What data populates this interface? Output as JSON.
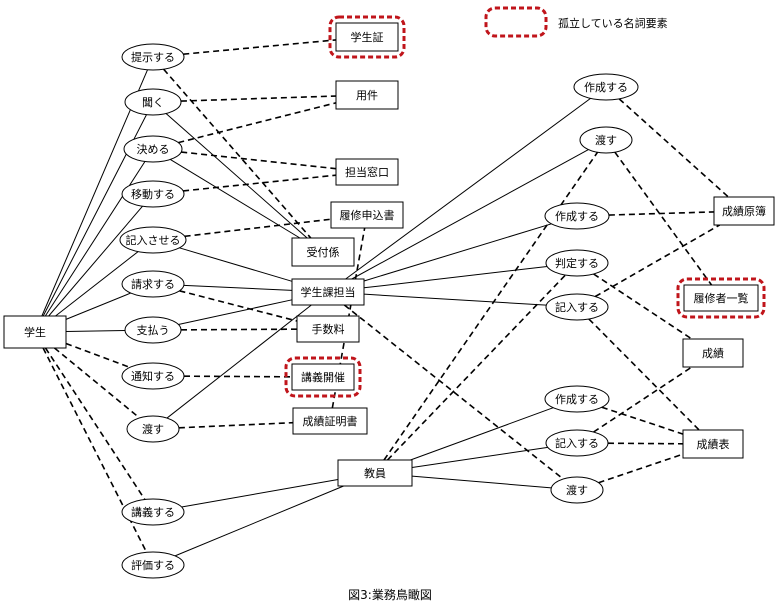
{
  "legend": {
    "label": "孤立している名詞要素",
    "highlight_color": "#c0151b"
  },
  "caption": "図3:業務鳥瞰図",
  "nodes": {
    "gakusei": "学生",
    "teiji": "提示する",
    "kiku": "聞く",
    "kimeru": "決める",
    "idou": "移動する",
    "kinyu_saseru": "記入させる",
    "seikyuu": "請求する",
    "shiharau": "支払う",
    "tsuuchi": "通知する",
    "watasu1": "渡す",
    "kougi_suru": "講義する",
    "hyouka": "評価する",
    "gakuseishou": "学生証",
    "youken": "用件",
    "tantou_madoguchi": "担当窓口",
    "rishuu_moushikomi": "履修申込書",
    "uketsuke": "受付係",
    "gakuseika": "学生課担当",
    "tesuuryou": "手数料",
    "kougi_kaisai": "講義開催",
    "seiseki_shoumei": "成績証明書",
    "kyouin": "教員",
    "sakusei1": "作成する",
    "watasu2": "渡す",
    "sakusei2": "作成する",
    "hantei": "判定する",
    "kinyu2": "記入する",
    "sakusei3": "作成する",
    "kinyu3": "記入する",
    "watasu3": "渡す",
    "seiseki_genbo": "成績原簿",
    "rishuusha_ichiran": "履修者一覧",
    "seiseki": "成績",
    "seisekihyou": "成績表"
  },
  "highlighted": [
    "gakuseishou",
    "kougi_kaisai",
    "rishuusha_ichiran"
  ],
  "edges": [
    [
      "gakusei",
      "teiji",
      "solid"
    ],
    [
      "gakusei",
      "kiku",
      "solid"
    ],
    [
      "gakusei",
      "kimeru",
      "solid"
    ],
    [
      "gakusei",
      "idou",
      "solid"
    ],
    [
      "gakusei",
      "kinyu_saseru",
      "solid"
    ],
    [
      "gakusei",
      "seikyuu",
      "solid"
    ],
    [
      "gakusei",
      "shiharau",
      "solid"
    ],
    [
      "gakusei",
      "tsuuchi",
      "dashed"
    ],
    [
      "gakusei",
      "watasu1",
      "dashed"
    ],
    [
      "gakusei",
      "kougi_suru",
      "dashed"
    ],
    [
      "gakusei",
      "hyouka",
      "dashed"
    ],
    [
      "teiji",
      "gakuseishou",
      "dashed"
    ],
    [
      "teiji",
      "uketsuke",
      "dashed"
    ],
    [
      "kiku",
      "youken",
      "dashed"
    ],
    [
      "kiku",
      "uketsuke",
      "solid"
    ],
    [
      "kimeru",
      "youken",
      "dashed"
    ],
    [
      "kimeru",
      "tantou_madoguchi",
      "dashed"
    ],
    [
      "kimeru",
      "uketsuke",
      "solid"
    ],
    [
      "idou",
      "tantou_madoguchi",
      "dashed"
    ],
    [
      "kinyu_saseru",
      "rishuu_moushikomi",
      "dashed"
    ],
    [
      "kinyu_saseru",
      "gakuseika",
      "solid"
    ],
    [
      "seikyuu",
      "gakuseika",
      "solid"
    ],
    [
      "seikyuu",
      "tesuuryou",
      "dashed"
    ],
    [
      "shiharau",
      "gakuseika",
      "solid"
    ],
    [
      "shiharau",
      "tesuuryou",
      "dashed"
    ],
    [
      "tsuuchi",
      "kougi_kaisai",
      "dashed"
    ],
    [
      "watasu1",
      "seiseki_shoumei",
      "dashed"
    ],
    [
      "watasu1",
      "gakuseika",
      "solid"
    ],
    [
      "kougi_suru",
      "kyouin",
      "solid"
    ],
    [
      "hyouka",
      "kyouin",
      "solid"
    ],
    [
      "seiseki_shoumei",
      "rishuu_moushikomi",
      "dashed"
    ],
    [
      "gakuseika",
      "sakusei1",
      "solid"
    ],
    [
      "gakuseika",
      "watasu2",
      "solid"
    ],
    [
      "gakuseika",
      "sakusei2",
      "solid"
    ],
    [
      "gakuseika",
      "hantei",
      "solid"
    ],
    [
      "gakuseika",
      "kinyu2",
      "solid"
    ],
    [
      "gakuseika",
      "watasu3",
      "dashed"
    ],
    [
      "kyouin",
      "watasu2",
      "dashed"
    ],
    [
      "kyouin",
      "hantei",
      "dashed"
    ],
    [
      "kyouin",
      "sakusei3",
      "solid"
    ],
    [
      "kyouin",
      "kinyu3",
      "solid"
    ],
    [
      "kyouin",
      "watasu3",
      "solid"
    ],
    [
      "sakusei1",
      "seiseki_genbo",
      "dashed"
    ],
    [
      "sakusei2",
      "seiseki_genbo",
      "dashed"
    ],
    [
      "watasu2",
      "rishuusha_ichiran",
      "dashed"
    ],
    [
      "kinyu2",
      "seiseki_genbo",
      "dashed"
    ],
    [
      "kinyu2",
      "seisekihyou",
      "dashed"
    ],
    [
      "hantei",
      "seiseki",
      "dashed"
    ],
    [
      "sakusei3",
      "seisekihyou",
      "dashed"
    ],
    [
      "kinyu3",
      "seiseki",
      "dashed"
    ],
    [
      "kinyu3",
      "seisekihyou",
      "dashed"
    ],
    [
      "watasu3",
      "seisekihyou",
      "dashed"
    ]
  ]
}
